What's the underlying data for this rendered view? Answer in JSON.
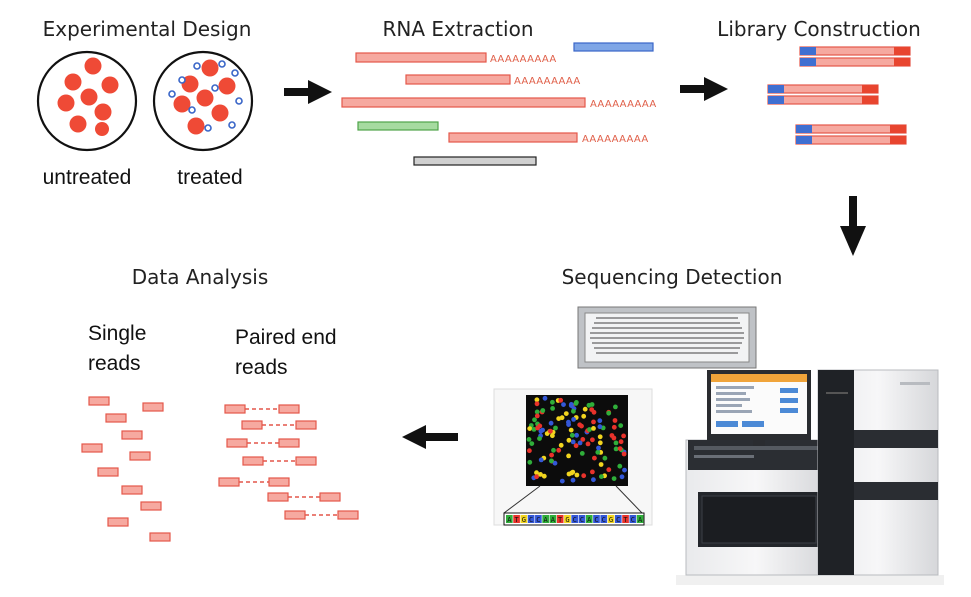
{
  "stages": {
    "experimental_design": "Experimental Design",
    "rna_extraction": "RNA Extraction",
    "library_construction": "Library Construction",
    "sequencing_detection": "Sequencing Detection",
    "data_analysis": "Data Analysis"
  },
  "conditions": {
    "untreated": "untreated",
    "treated": "treated"
  },
  "poly_a": "AAAAAAAAA",
  "read_types": {
    "single_line1": "Single",
    "single_line2": "reads",
    "paired_line1": "Paired end",
    "paired_line2": "reads"
  },
  "sequence_text": "ATGCCAATGCCACCGCTCA",
  "colors": {
    "cell": "#ef4a36",
    "treatment_dot": "#3a66c8",
    "mrna": "#f6a9a0",
    "mrna_border": "#e4574a",
    "rrna_blue": "#7fa6e6",
    "rrna_green": "#a6dba0",
    "rrna_gray": "#d0d0d0",
    "adapter_blue": "#3f6fd1",
    "adapter_red": "#e8452f",
    "arrow": "#111111"
  }
}
